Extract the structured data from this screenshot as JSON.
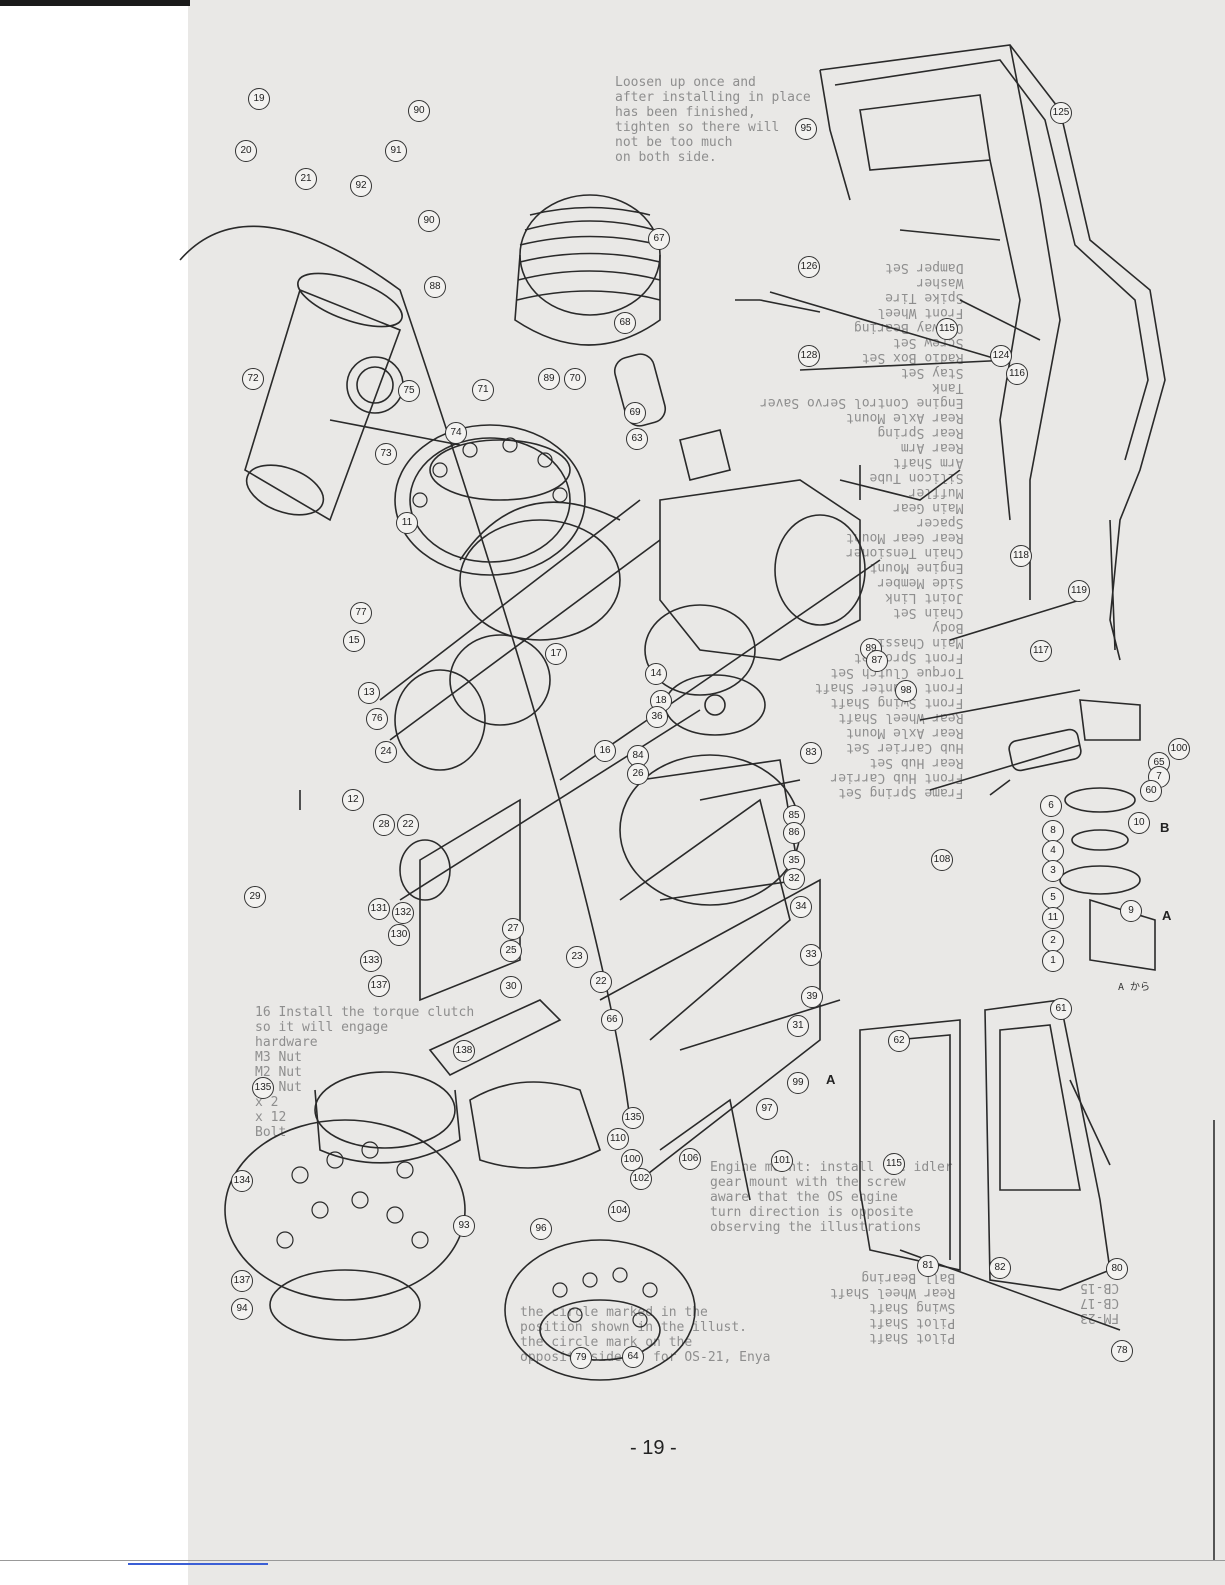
{
  "page": {
    "number": "- 19 -"
  },
  "ghost_text": {
    "block_top": [
      "Loosen up once and",
      "after installing in place",
      "has been finished,",
      "tighten so there will",
      "not be too much",
      "on both side."
    ],
    "block_right": [
      "Frame Spring Set",
      "Front Hub Carrier",
      "Rear Hub Set",
      "Hub Carrier Set",
      "Rear Axle Mount",
      "Rear Wheel Shaft",
      "Front Swing Shaft",
      "Front Counter Shaft",
      "Torque Clutch Set",
      "Front Sprocket",
      "Main Chassis",
      "Body",
      "Chain Set",
      "Joint Link",
      "Side Member",
      "Engine Mount",
      "Chain Tensioner",
      "Rear Gear Mount",
      "Spacer",
      "Main Gear",
      "Muffler",
      "Silicon Tube",
      "Arm Shaft",
      "Rear Arm",
      "Rear Spring",
      "Rear Axle Mount",
      "Engine Control Servo Saver",
      "Tank",
      "Stay Set",
      "Radio Box Set",
      "Screw Set",
      "Oneway Bearing",
      "Front Wheel",
      "Spike Tire",
      "Washer",
      "Damper Set"
    ],
    "block_bottom": [
      "Engine mount: install the idler",
      "gear mount with the screw",
      "aware that the OS engine",
      "turn direction is opposite",
      "observing the illustrations"
    ],
    "block_bottom_right": [
      "Pilot Shaft",
      "Pilot Shaft",
      "Swing Shaft",
      "Rear Wheel Shaft",
      "Ball Bearing"
    ],
    "block_bottom_right_codes": [
      "FM-23",
      "CB-17",
      "CB-15"
    ],
    "block_left_bottom": [
      "the circle marked in the",
      "position shown in the illust.",
      "the circle mark on the",
      "opposite side of for OS-21, Enya"
    ],
    "block_mid_left": [
      "16 Install the torque clutch",
      "so it will engage",
      "hardware"
    ],
    "misc": [
      "M3 Nut",
      "M2 Nut",
      "M3 Nut",
      "x 2",
      "x 12",
      "Bolt"
    ]
  },
  "callouts": [
    "19",
    "90",
    "20",
    "21",
    "91",
    "92",
    "90",
    "88",
    "67",
    "68",
    "89",
    "70",
    "69",
    "71",
    "75",
    "74",
    "73",
    "72",
    "63",
    "11",
    "77",
    "15",
    "17",
    "14",
    "18",
    "36",
    "13",
    "76",
    "24",
    "16",
    "84",
    "26",
    "12",
    "28",
    "22",
    "132",
    "131",
    "130",
    "133",
    "137",
    "27",
    "25",
    "23",
    "30",
    "22",
    "138",
    "135",
    "134",
    "137",
    "94",
    "93",
    "96",
    "95",
    "125",
    "126",
    "128",
    "124",
    "115",
    "116",
    "118",
    "119",
    "117",
    "89",
    "87",
    "98",
    "83",
    "85",
    "86",
    "35",
    "32",
    "34",
    "33",
    "39",
    "31",
    "99",
    "97",
    "101",
    "100",
    "65",
    "7",
    "6",
    "8",
    "4",
    "3",
    "5",
    "11",
    "2",
    "1",
    "9",
    "10",
    "60",
    "61",
    "62",
    "115",
    "81",
    "82",
    "80",
    "78",
    "79",
    "64",
    "66",
    "135",
    "110",
    "100",
    "102",
    "104",
    "106",
    "108",
    "29"
  ],
  "labels": {
    "A": "A",
    "B": "B",
    "A_lower": "A",
    "arrow_text": "A から"
  }
}
